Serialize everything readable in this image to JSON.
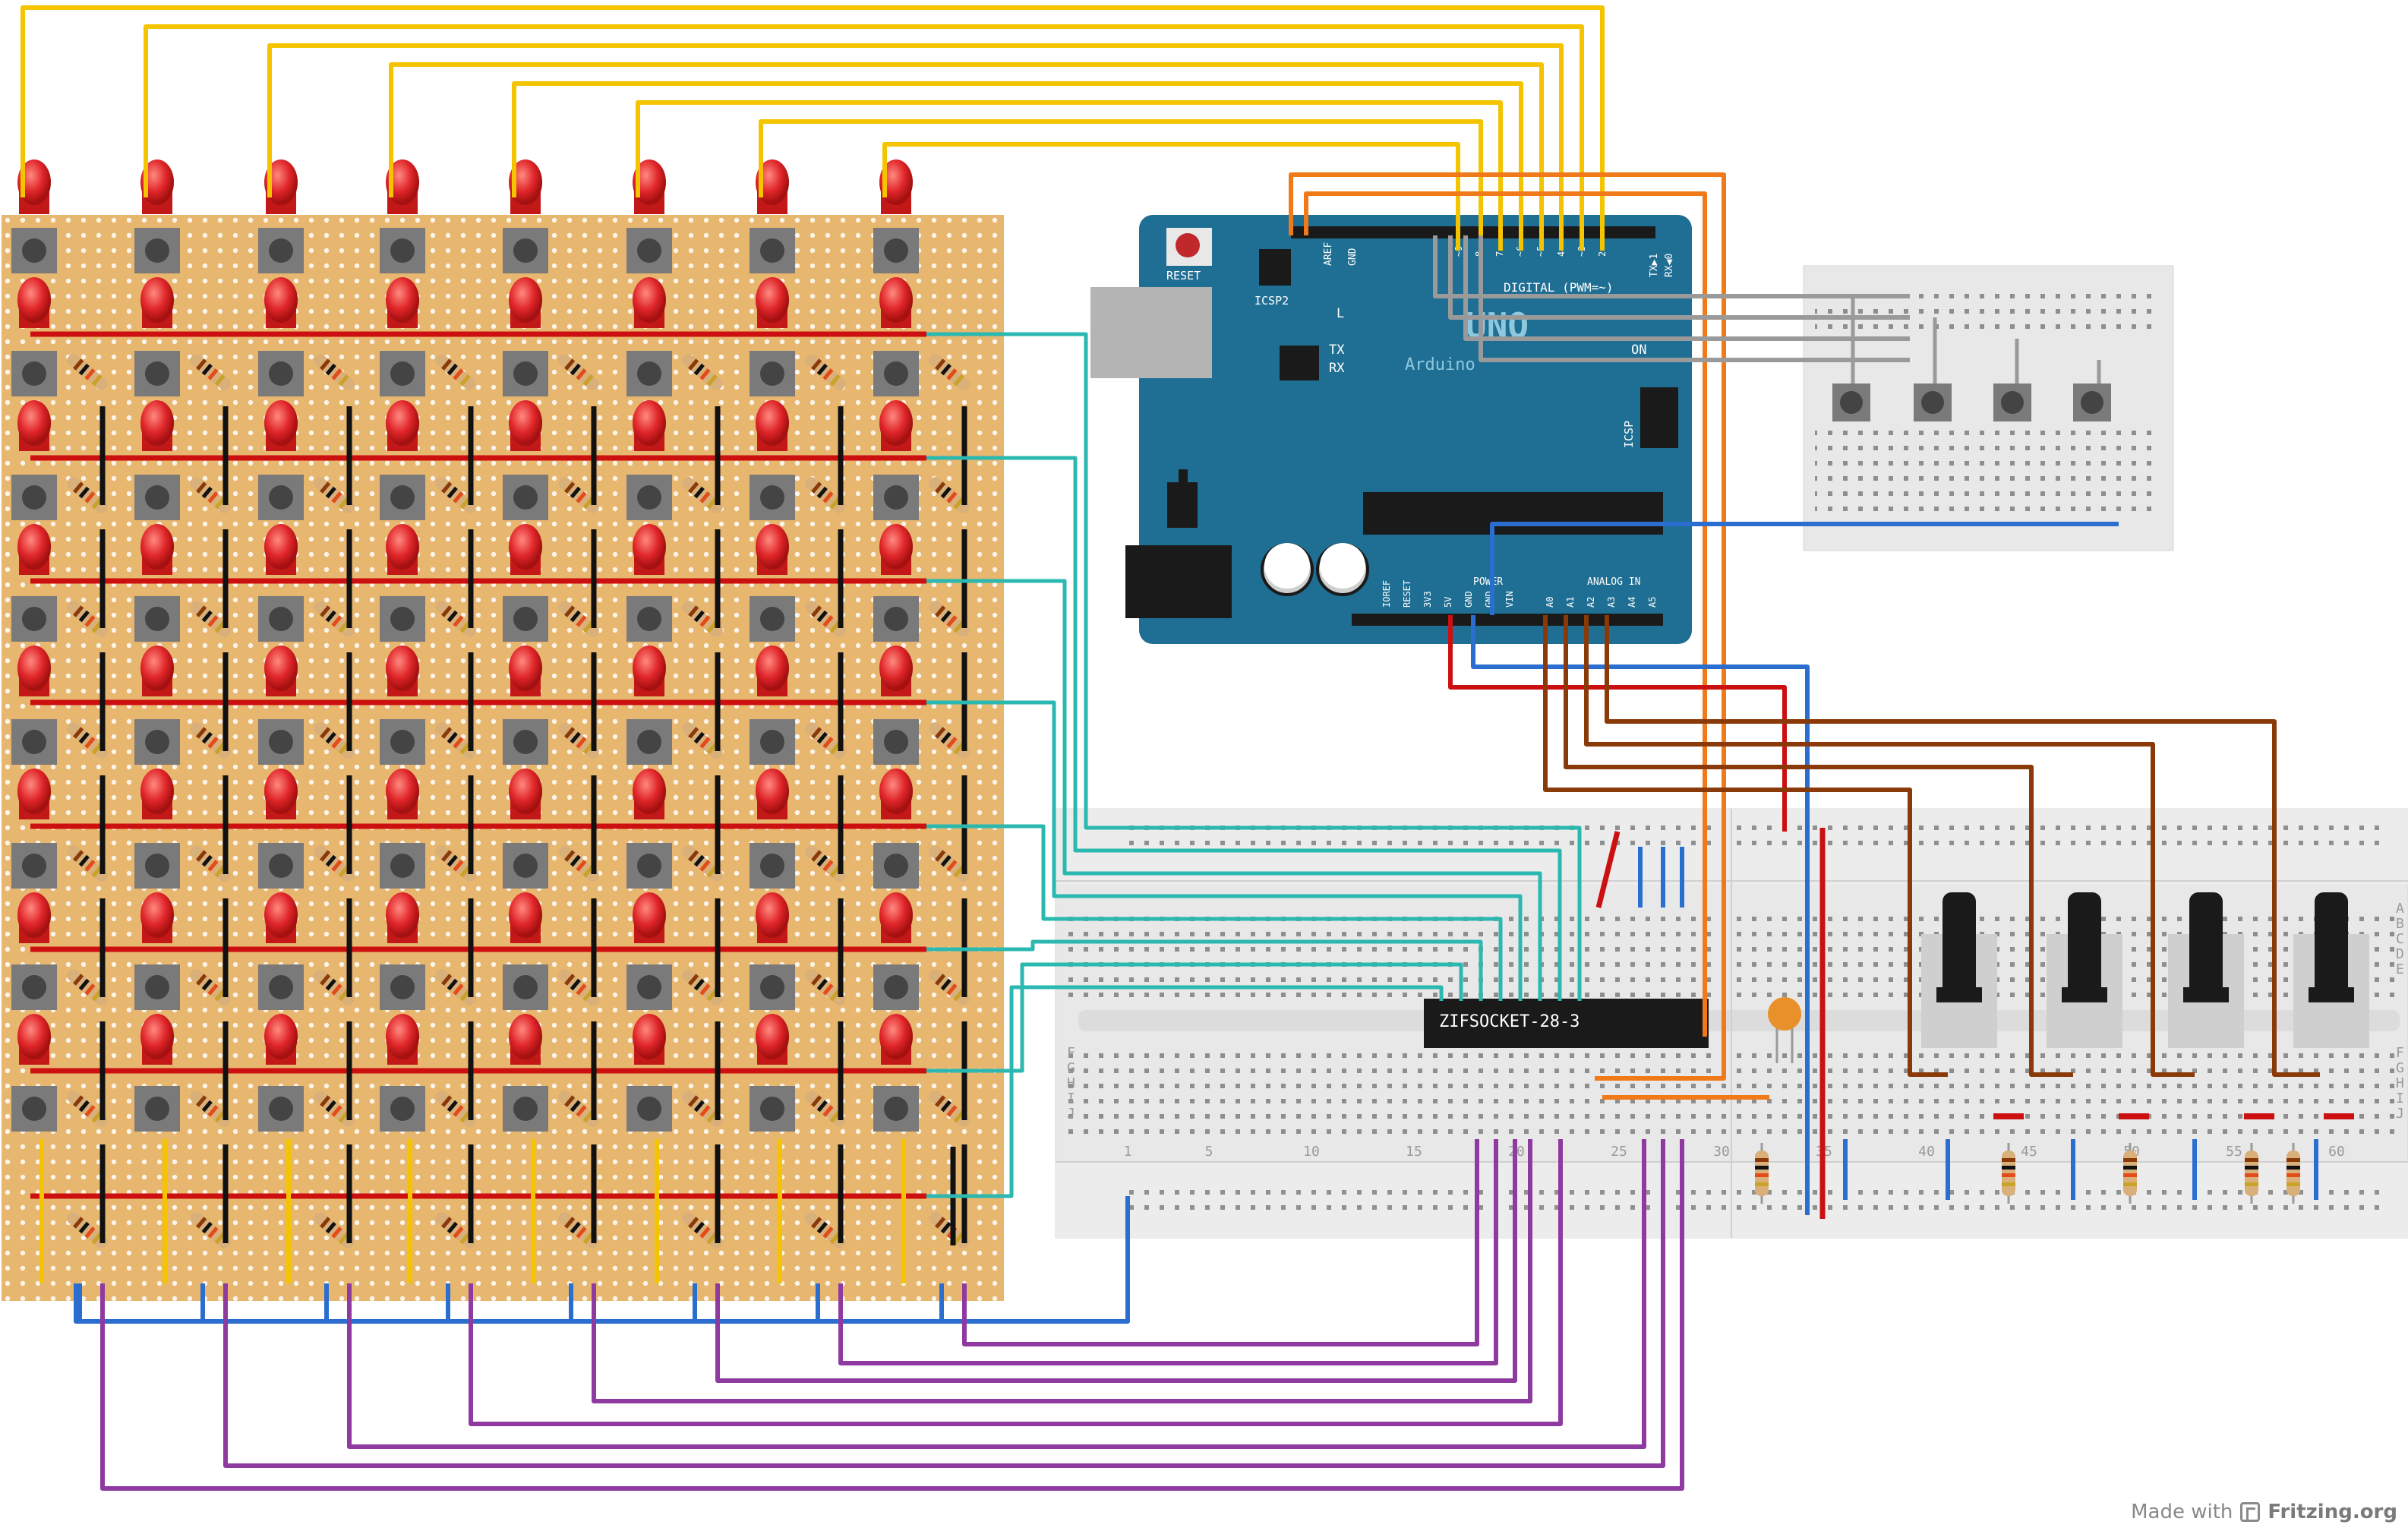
{
  "arduino": {
    "reset_label": "RESET",
    "icsp2_label": "ICSP2",
    "icsp_label": "ICSP",
    "l_label": "L",
    "tx_label": "TX",
    "rx_label": "RX",
    "on_label": "ON",
    "digital_label": "DIGITAL (PWM=~)",
    "logo_text": "UNO",
    "brand_text": "Arduino",
    "aref_label": "AREF",
    "gnd_label": "GND",
    "txrx_label": "TX▶1",
    "rxl_label": "RX◀0",
    "power_label": "POWER",
    "analog_label": "ANALOG IN",
    "power_pins": [
      "IOREF",
      "RESET",
      "3V3",
      "5V",
      "GND",
      "GND",
      "VIN"
    ],
    "analog_pins": [
      "A0",
      "A1",
      "A2",
      "A3",
      "A4",
      "A5"
    ],
    "digital_pins": [
      "~9",
      "8",
      "7",
      "~6",
      "~5",
      "4",
      "~3",
      "2"
    ]
  },
  "chip": {
    "label": "ZIFSOCKET-28-3"
  },
  "breadboard": {
    "col_numbers": [
      "1",
      "5",
      "10",
      "15",
      "20",
      "25",
      "30",
      "35",
      "40",
      "45",
      "50",
      "55",
      "60"
    ],
    "row_letters_top": [
      "A",
      "B",
      "C",
      "D",
      "E"
    ],
    "row_letters_bottom": [
      "F",
      "G",
      "H",
      "I",
      "J"
    ]
  },
  "watermark": {
    "made_with": "Made with",
    "brand": "Fritzing.org"
  },
  "colors": {
    "perfboard": "#e7b66f",
    "arduino": "#1f6e93",
    "wire_yellow": "#f4c400",
    "wire_orange": "#f07a1a",
    "wire_red": "#cc1010",
    "wire_black": "#111111",
    "wire_teal": "#2ab8b0",
    "wire_blue": "#2a6fd0",
    "wire_gray": "#9a9a9a",
    "wire_brown": "#8a3a08",
    "wire_purple": "#8e3aa0",
    "led_red": "#e0262a"
  }
}
